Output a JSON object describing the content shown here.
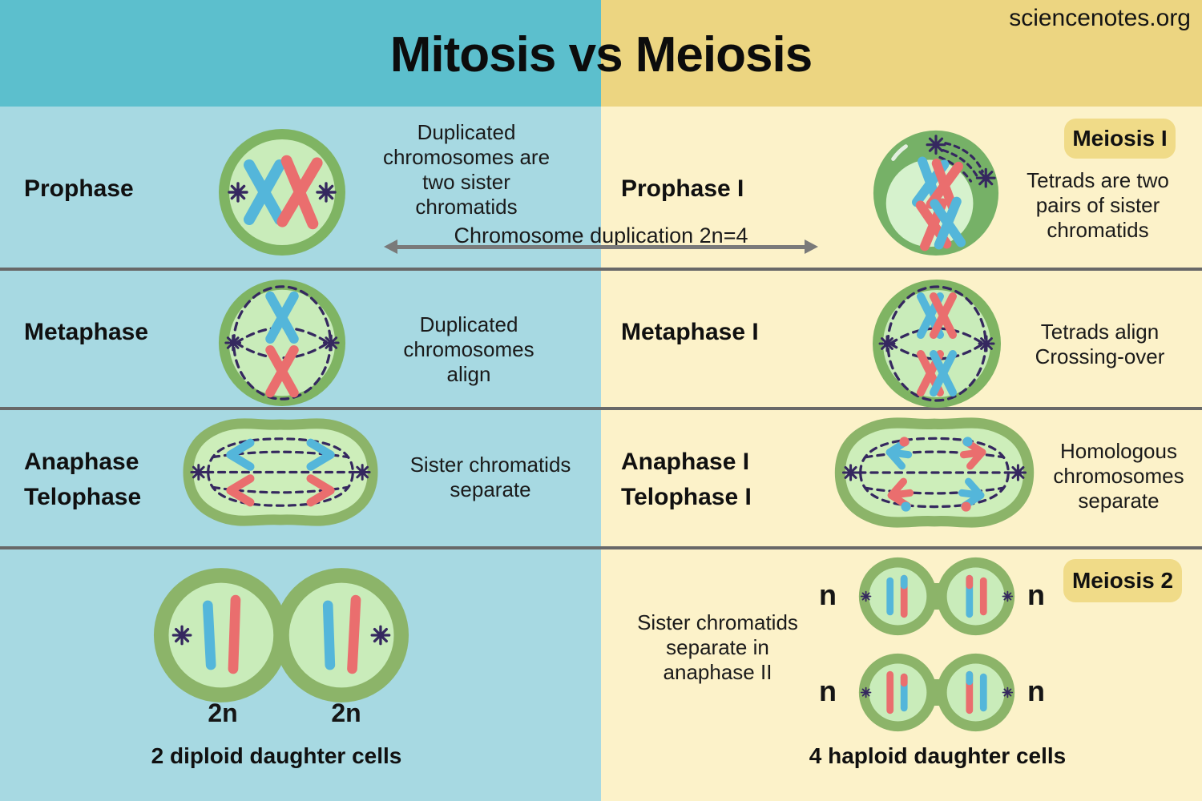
{
  "site": "sciencenotes.org",
  "title": "Mitosis vs Meiosis",
  "arrow_label": "Chromosome duplication 2n=4",
  "colors": {
    "header_teal": "#5cbfcd",
    "body_blue": "#a7d9e2",
    "header_yellow": "#ecd581",
    "body_yellow": "#fcf2c9",
    "badge_yellow": "#f0db88",
    "cell_ring_green": "#7fb463",
    "cell_inner_green": "#c9ecba",
    "chromosome_blue": "#54b6da",
    "chromosome_red": "#ea6e6e",
    "spindle_purple": "#35285f",
    "divider_gray": "#686868",
    "arrow_gray": "#7a7a7a"
  },
  "mitosis": {
    "prophase": {
      "label": "Prophase",
      "note": "Duplicated chromosomes are two sister chromatids"
    },
    "metaphase": {
      "label": "Metaphase",
      "note": "Duplicated chromosomes align"
    },
    "anaphase": {
      "label": "Anaphase",
      "label2": "Telophase",
      "note": "Sister chromatids separate"
    },
    "result": {
      "ploidy_left": "2n",
      "ploidy_right": "2n",
      "caption": "2 diploid daughter cells"
    }
  },
  "meiosis": {
    "badge_meiosis1": "Meiosis I",
    "badge_meiosis2": "Meiosis 2",
    "prophase": {
      "label": "Prophase I",
      "note": "Tetrads are two pairs of sister chromatids"
    },
    "metaphase": {
      "label": "Metaphase I",
      "note_line1": "Tetrads align",
      "note_line2": "Crossing-over"
    },
    "anaphase": {
      "label": "Anaphase I",
      "label2": "Telophase I",
      "note": "Homologous chromosomes separate"
    },
    "meiosis2_note": "Sister chromatids separate in anaphase II",
    "result": {
      "caption": "4 haploid daughter cells",
      "n1": "n",
      "n2": "n",
      "n3": "n",
      "n4": "n"
    }
  }
}
